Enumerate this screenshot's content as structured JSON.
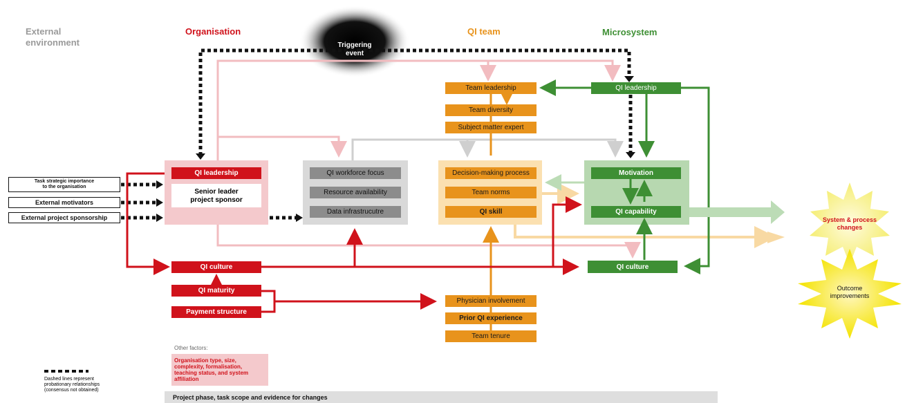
{
  "headers": {
    "external": "External\nenvironment",
    "organisation": "Organisation",
    "qi_team": "QI team",
    "microsystem": "Microsystem"
  },
  "trigger": "Triggering\nevent",
  "external_factors": [
    "Task strategic importance\nto the organisation",
    "External motivators",
    "External project sponsorship"
  ],
  "organisation": {
    "qi_leadership": "QI leadership",
    "senior_leader": "Senior leader\nproject sponsor",
    "qi_culture": "QI culture",
    "qi_maturity": "QI maturity",
    "payment_structure": "Payment structure"
  },
  "resources": [
    "QI workforce focus",
    "Resource availability",
    "Data infrastrucutre"
  ],
  "qi_team": {
    "top": [
      "Team leadership",
      "Team diversity",
      "Subject matter expert"
    ],
    "middle": [
      "Decision-making process",
      "Team norms",
      "QI skill"
    ],
    "bottom": [
      "Physician involvement",
      "Prior QI experience",
      "Team tenure"
    ]
  },
  "microsystem": {
    "qi_leadership": "QI leadership",
    "motivation": "Motivation",
    "qi_capability": "QI capability",
    "qi_culture": "QI culture"
  },
  "outcomes": {
    "system": "System & process\nchanges",
    "outcome": "Outcome\nimprovements"
  },
  "other_factors": {
    "label": "Other factors:",
    "text": "Organisation type, size,\ncomplexity, formalisation,\nteaching status, and system\naffiliation"
  },
  "legend": "Dashed lines represent\nprobationary relationships\n(consensus not obtained)",
  "footer": "Project phase, task scope and evidence for changes",
  "colors": {
    "organisation": "#d0121b",
    "qi_team": "#e8931c",
    "microsystem": "#3e8f34",
    "external": "#9a9a9a",
    "resources": "#8c8c8c"
  }
}
